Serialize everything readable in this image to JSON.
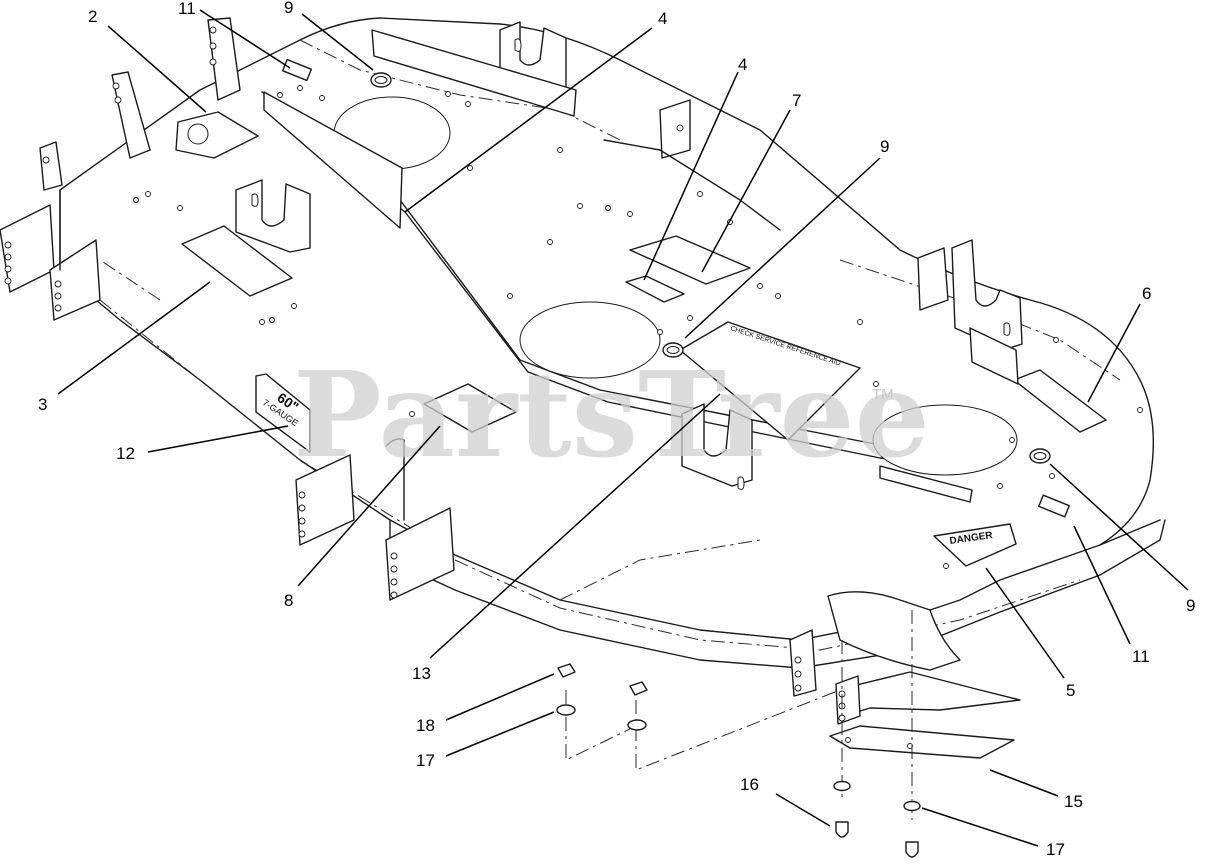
{
  "watermark": {
    "brand": "PartsTree",
    "trademark": "TM"
  },
  "decals": {
    "reference_aid": "CHECK SERVICE REFERENCE AID",
    "danger": "DANGER",
    "deck_size": "60\"",
    "gauge": "7-GAUGE"
  },
  "callouts": [
    {
      "id": "c1",
      "label": "2"
    },
    {
      "id": "c2",
      "label": "11"
    },
    {
      "id": "c3",
      "label": "9"
    },
    {
      "id": "c4",
      "label": "4"
    },
    {
      "id": "c5",
      "label": "4"
    },
    {
      "id": "c6",
      "label": "7"
    },
    {
      "id": "c7",
      "label": "9"
    },
    {
      "id": "c8",
      "label": "6"
    },
    {
      "id": "c9",
      "label": "3"
    },
    {
      "id": "c10",
      "label": "12"
    },
    {
      "id": "c11",
      "label": "8"
    },
    {
      "id": "c12",
      "label": "13"
    },
    {
      "id": "c13",
      "label": "9"
    },
    {
      "id": "c14",
      "label": "11"
    },
    {
      "id": "c15",
      "label": "5"
    },
    {
      "id": "c16",
      "label": "18"
    },
    {
      "id": "c17",
      "label": "17"
    },
    {
      "id": "c18",
      "label": "16"
    },
    {
      "id": "c19",
      "label": "15"
    },
    {
      "id": "c20",
      "label": "17"
    }
  ]
}
